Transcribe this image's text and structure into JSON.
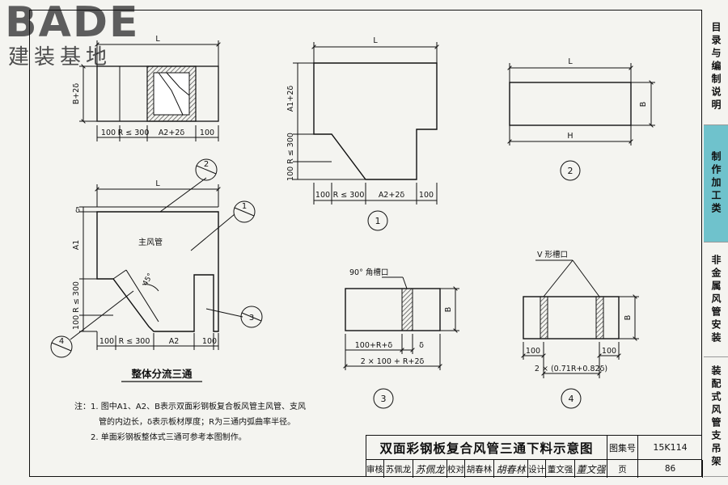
{
  "logo": {
    "main": "BADE",
    "sub": "建装基地"
  },
  "tabs": [
    {
      "label": "目录与编制说明",
      "active": false
    },
    {
      "label": "制作加工类",
      "active": true
    },
    {
      "label": "非金属风管安装",
      "active": false
    },
    {
      "label": "装配式风管支吊架",
      "active": false
    }
  ],
  "fig_top_left": {
    "dim_l": "L",
    "dim_height": "B+2δ",
    "bottom_dims": [
      "100",
      "R ≤ 300",
      "A2+2δ",
      "100"
    ]
  },
  "fig_main": {
    "caption": "整体分流三通",
    "label_main_duct": "主风管",
    "angle": "45°",
    "dim_l": "L",
    "dim_delta": "δ",
    "dim_a1": "A1",
    "dim_left_lower": "100 R ≤ 300",
    "bottom_dims": [
      "100",
      "R ≤ 300",
      "A2",
      "100"
    ],
    "callouts": [
      "2",
      "1",
      "3",
      "4"
    ]
  },
  "fig_1": {
    "number": "1",
    "dim_l": "L",
    "dim_a1": "A1+2δ",
    "dim_left_lower": "100 R ≤ 300",
    "bottom_dims": [
      "100",
      "R ≤ 300",
      "A2+2δ",
      "100"
    ]
  },
  "fig_2": {
    "number": "2",
    "dim_l": "L",
    "dim_b": "B",
    "dim_h": "H"
  },
  "fig_3": {
    "number": "3",
    "slot_label": "90° 角槽口",
    "dim_b": "B",
    "dim_1": "100+R+δ",
    "dim_delta": "δ",
    "dim_2": "2 × 100 + R+2δ"
  },
  "fig_4": {
    "number": "4",
    "slot_label": "V 形槽口",
    "dim_b": "B",
    "dim_left": "100",
    "dim_right": "100",
    "dim_bottom": "2 × (0.71R+0.82δ)"
  },
  "notes": [
    "注：1. 图中A1、A2、B表示双面彩钢板复合板风管主风管、支风",
    "　　　管的内边长，δ表示板材厚度；R为三通内弧曲率半径。",
    "　　2. 单面彩钢板整体式三通可参考本图制作。"
  ],
  "title_block": {
    "title": "双面彩钢板复合风管三通下料示意图",
    "atlas_label": "图集号",
    "atlas_value": "15K114",
    "review_label": "审核",
    "review_name": "苏佩龙",
    "review_sig": "苏佩龙",
    "check_label": "校对",
    "check_name": "胡春林",
    "check_sig": "胡春林",
    "design_label": "设计",
    "design_name": "董文强",
    "design_sig": "董文强",
    "page_label": "页",
    "page_value": "86"
  }
}
